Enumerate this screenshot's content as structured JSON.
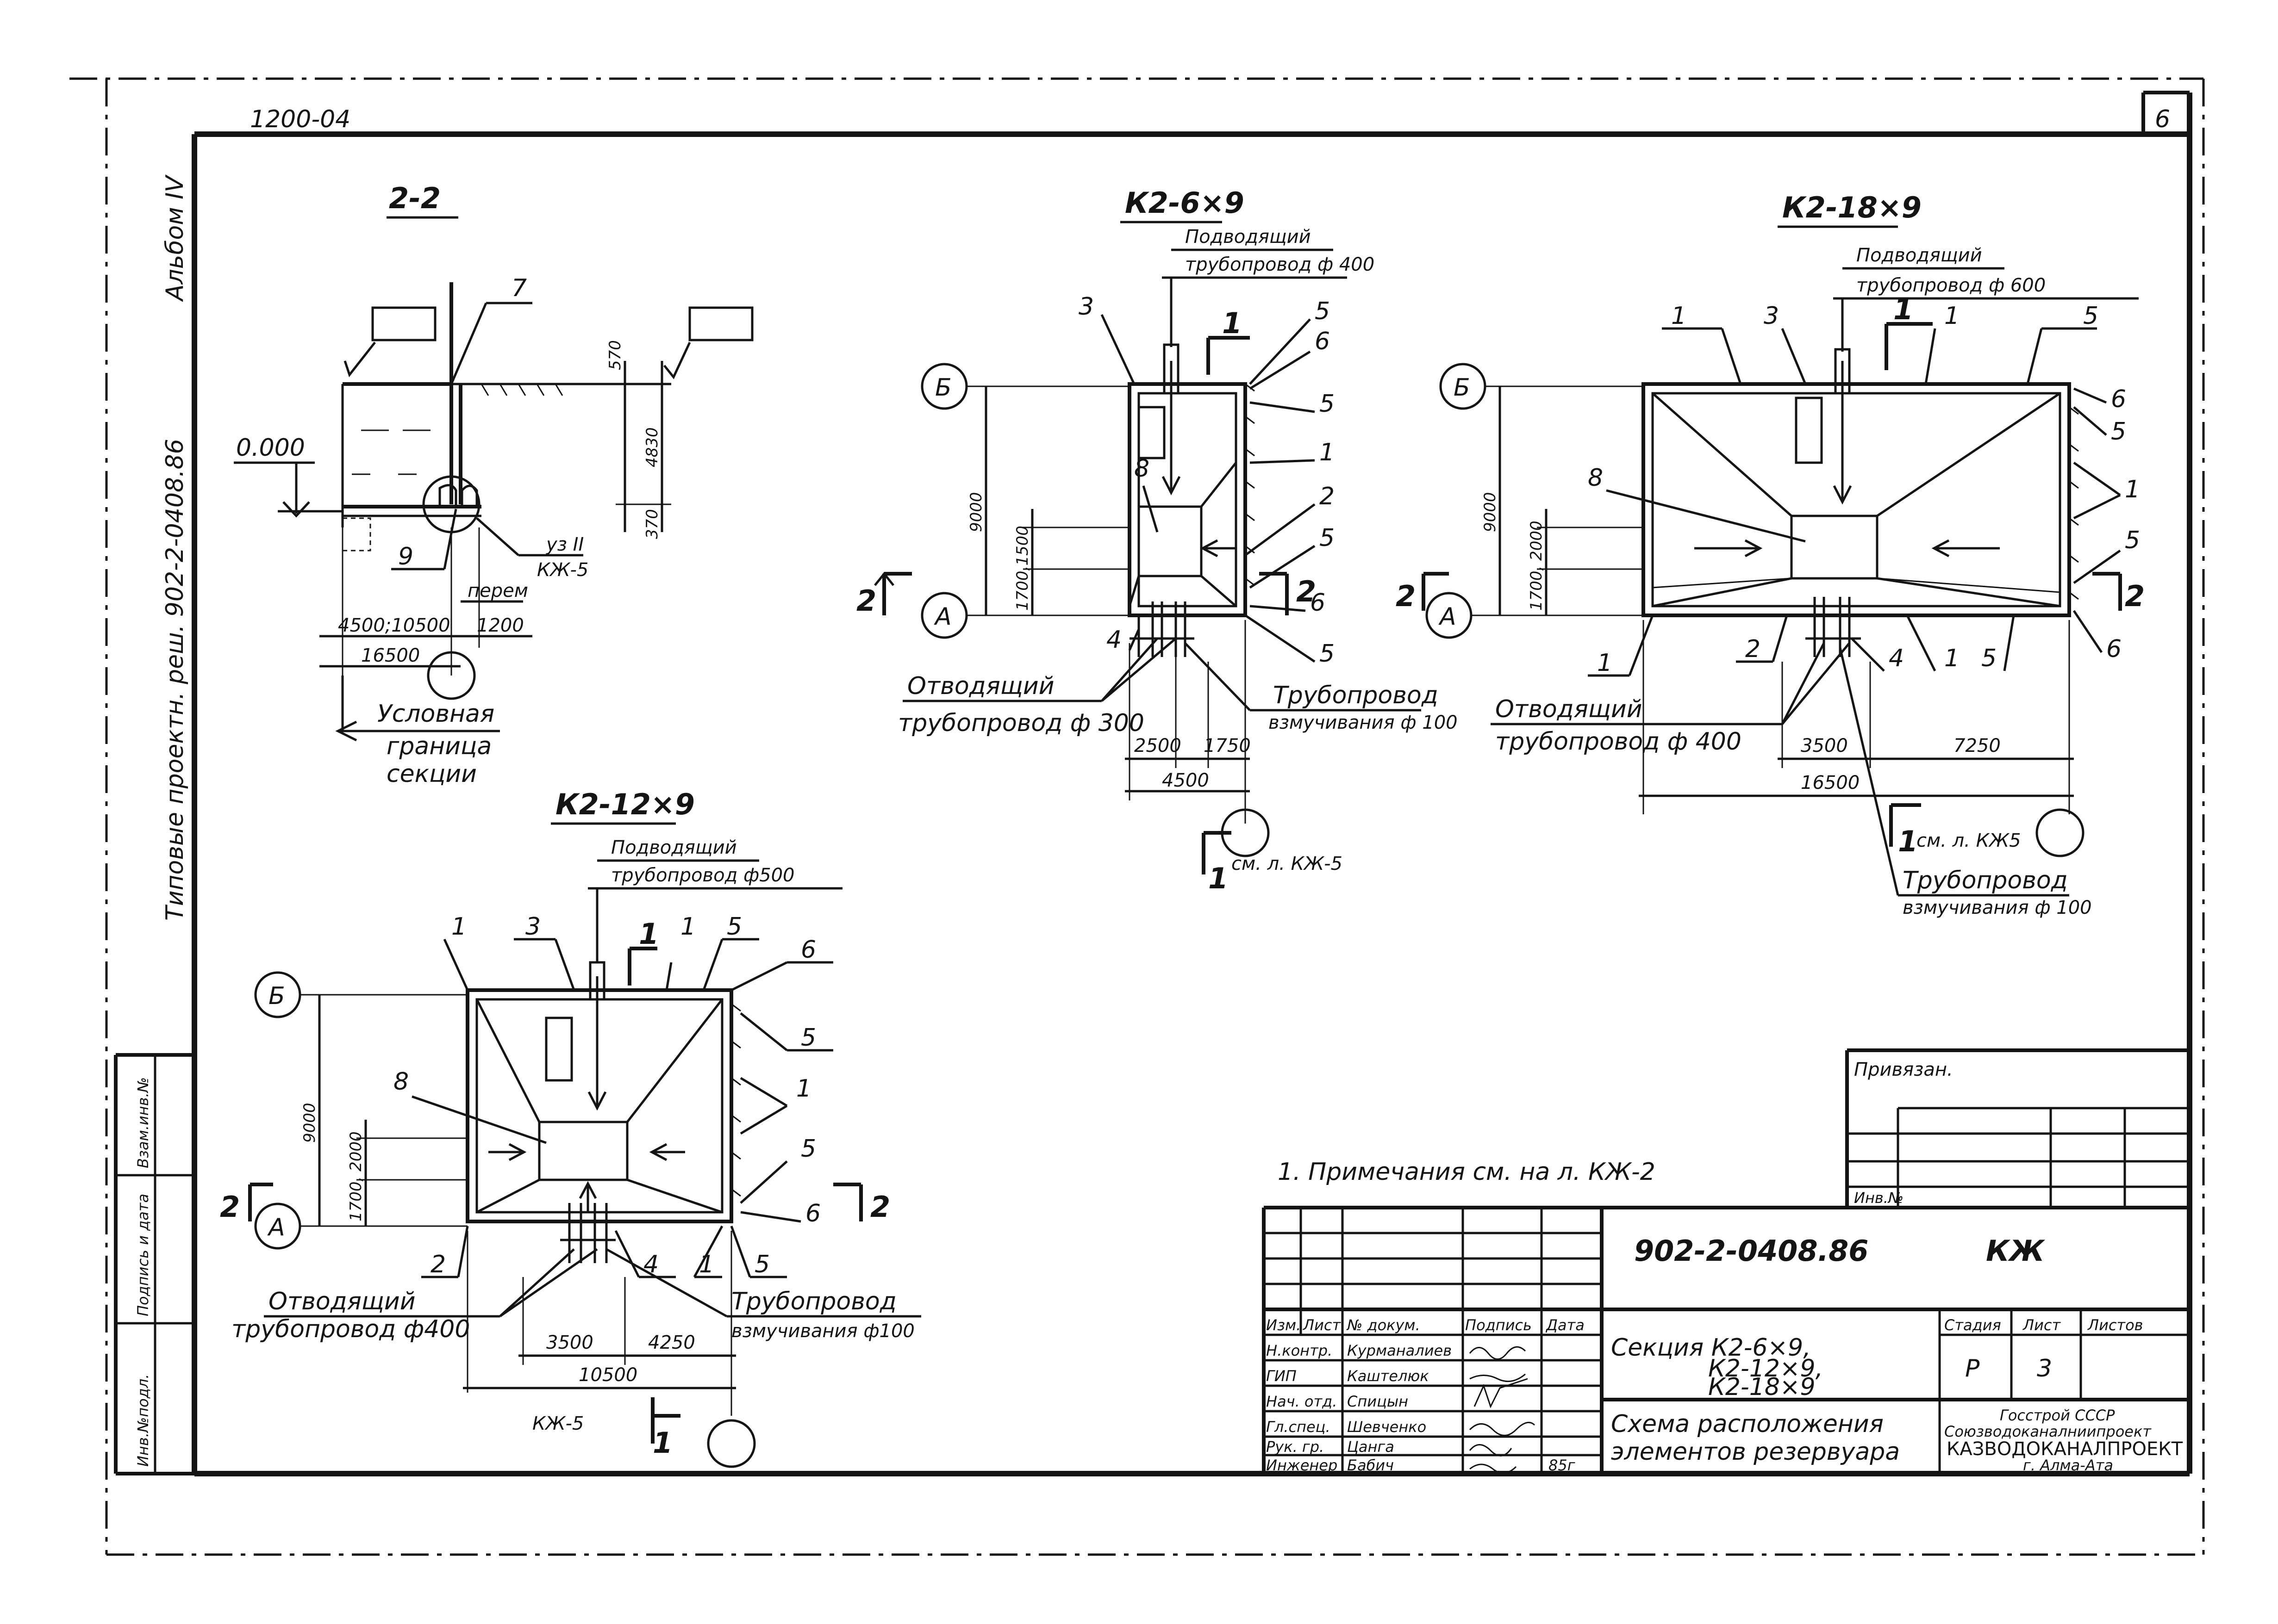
{
  "sheet": {
    "top_left_code": "1200-04",
    "page_number": "6",
    "side_album": "Альбом IV",
    "side_title": "Типовые проектн. реш. 902-2-0408.86",
    "left_stamp": [
      "Инв.№подл.",
      "Подпись и дата",
      "Взам.инв.№"
    ]
  },
  "sections": {
    "s22": {
      "title": "2-2",
      "mark7": "7",
      "mark9": "9",
      "zero": "0.000",
      "dim_top": "570",
      "dim_height": "4830",
      "dim_bottom": "370",
      "node_label": "уз II",
      "node_sheet": "КЖ-5",
      "perem": "перем",
      "dim_widths": "4500;10500",
      "dim_1200": "1200",
      "dim_16500": "16500",
      "boundary_1": "Условная",
      "boundary_2": "граница",
      "boundary_3": "секции"
    },
    "k6": {
      "title": "К2-6×9",
      "inlet_1": "Подводящий",
      "inlet_2": "трубопровод ф 400",
      "outlet_1": "Отводящий",
      "outlet_2": "трубопровод ф 300",
      "flush_1": "Трубопровод",
      "flush_2": "взмучивания ф 100",
      "axis_b": "Б",
      "axis_a": "А",
      "dim_9000": "9000",
      "dim_side": "1700,1500",
      "dim_2500": "2500",
      "dim_1750": "1750",
      "dim_4500": "4500",
      "see": "см. л. КЖ-5",
      "cut1": "1",
      "cut2": "2",
      "marks": {
        "m1": "1",
        "m2": "2",
        "m3": "3",
        "m4": "4",
        "m5a": "5",
        "m5b": "5",
        "m5c": "5",
        "m5d": "5",
        "m6a": "6",
        "m6b": "6",
        "m8": "8"
      }
    },
    "k18": {
      "title": "К2-18×9",
      "inlet_1": "Подводящий",
      "inlet_2": "трубопровод ф 600",
      "outlet_1": "Отводящий",
      "outlet_2": "трубопровод ф 400",
      "flush_1": "Трубопровод",
      "flush_2": "взмучивания ф 100",
      "axis_b": "Б",
      "axis_a": "А",
      "dim_9000": "9000",
      "dim_side": "1700, 2000",
      "dim_3500": "3500",
      "dim_7250": "7250",
      "dim_16500": "16500",
      "see": "см. л. КЖ5",
      "cut1": "1",
      "cut2": "2",
      "marks": {
        "m1a": "1",
        "m1b": "1",
        "m1c": "1",
        "m1d": "1",
        "m1e": "1",
        "m2": "2",
        "m3": "3",
        "m4": "4",
        "m5a": "5",
        "m5b": "5",
        "m5c": "5",
        "m5d": "5",
        "m6a": "6",
        "m6b": "6",
        "m8": "8"
      }
    },
    "k12": {
      "title": "К2-12×9",
      "inlet_1": "Подводящий",
      "inlet_2": "трубопровод ф500",
      "outlet_1": "Отводящий",
      "outlet_2": "трубопровод ф400",
      "flush_1": "Трубопровод",
      "flush_2": "взмучивания ф100",
      "axis_b": "Б",
      "axis_a": "А",
      "dim_9000": "9000",
      "dim_side": "1700, 2000",
      "dim_3500": "3500",
      "dim_4250": "4250",
      "dim_10500": "10500",
      "see": "КЖ-5",
      "cut1": "1",
      "cut2": "2",
      "marks": {
        "m1a": "1",
        "m1b": "1",
        "m1c": "1",
        "m1d": "1",
        "m2": "2",
        "m3": "3",
        "m4": "4",
        "m5a": "5",
        "m5b": "5",
        "m5c": "5",
        "m5d": "5",
        "m6a": "6",
        "m6b": "6",
        "m8": "8"
      }
    }
  },
  "note": "1. Примечания см. на л. КЖ-2",
  "binding": {
    "title": "Привязан.",
    "inv": "Инв.№"
  },
  "titleblock": {
    "code": "902-2-0408.86",
    "mark": "КЖ",
    "col_headers": [
      "Изм.",
      "Лист",
      "№ докум.",
      "Подпись",
      "Дата"
    ],
    "roles": [
      {
        "role": "Н.контр.",
        "name": "Курманалиев"
      },
      {
        "role": "ГИП",
        "name": "Каштелюк"
      },
      {
        "role": "Нач. отд.",
        "name": "Спицын"
      },
      {
        "role": "Гл.спец.",
        "name": "Шевченко"
      },
      {
        "role": "Рук. гр.",
        "name": "Цанга"
      },
      {
        "role": "Инженер",
        "name": "Бабич",
        "date": "85г"
      }
    ],
    "section_title": [
      "Секция К2-6×9,",
      "К2-12×9,",
      "К2-18×9"
    ],
    "drawing_title": [
      "Схема расположения",
      "элементов резервуара"
    ],
    "stage_label": "Стадия",
    "sheet_label": "Лист",
    "sheets_label": "Листов",
    "stage": "Р",
    "sheet_no": "3",
    "org": [
      "Госстрой СССР",
      "Союзводоканалниипроект",
      "КАЗВОДОКАНАЛПРОЕКТ",
      "г. Алма-Ата"
    ]
  }
}
